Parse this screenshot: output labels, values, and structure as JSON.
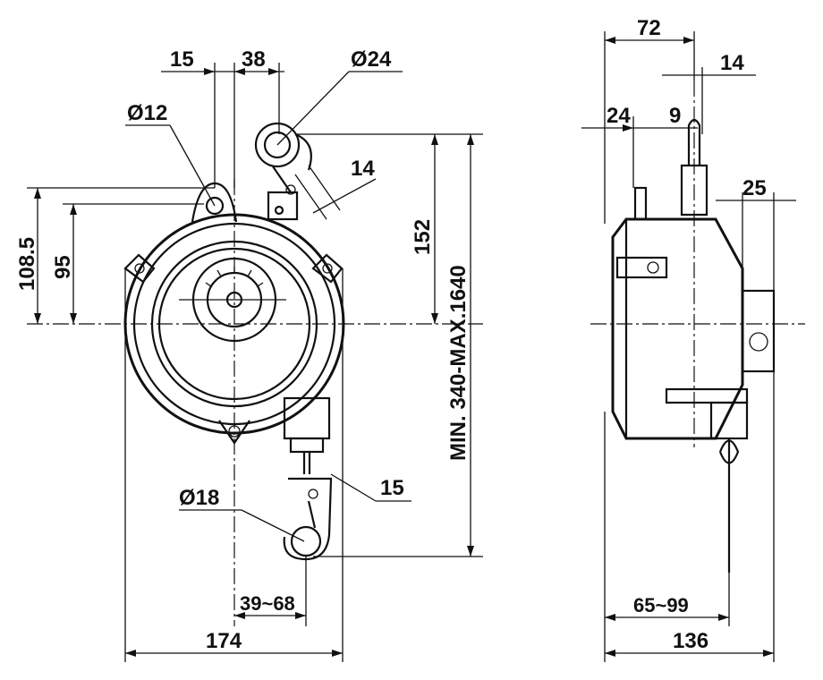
{
  "drawing": {
    "front_view": {
      "width_overall": "174",
      "height_to_mount_hole": "108.5",
      "height_to_top_lug": "95",
      "top_eye_height": "152",
      "stroke_range": "MIN. 340-MAX.1640",
      "offset_15_top": "15",
      "offset_38": "38",
      "top_eye_dia": "Ø24",
      "mount_hole_dia": "Ø12",
      "hook_neck": "14",
      "hook_dia": "Ø18",
      "hook_offset": "15",
      "hook_span": "39~68"
    },
    "side_view": {
      "depth_72": "72",
      "width_14": "14",
      "width_24": "24",
      "width_9": "9",
      "width_25": "25",
      "span_65_99": "65~99",
      "depth_overall": "136"
    }
  }
}
